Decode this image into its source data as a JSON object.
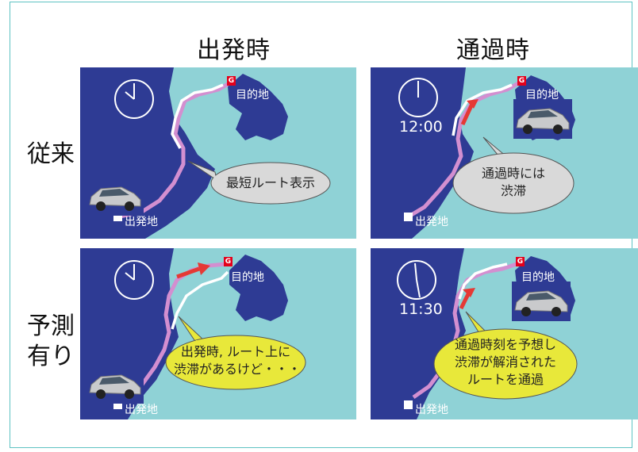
{
  "columns": {
    "departure": "出発時",
    "passing": "通過時"
  },
  "rows": {
    "conventional": "従来",
    "predicted_line1": "予測",
    "predicted_line2": "有り"
  },
  "labels": {
    "start": "出発地",
    "goal": "目的地",
    "goal_flag": "G"
  },
  "panels": {
    "tl": {
      "bubble": "最短ルート表示"
    },
    "tr": {
      "time": "12:00",
      "bubble_line1": "通過時には",
      "bubble_line2": "渋滞"
    },
    "bl": {
      "bubble_line1": "出発時, ルート上に",
      "bubble_line2": "渋滞があるけど・・・"
    },
    "br": {
      "time": "11:30",
      "bubble_line1": "通過時刻を予想し",
      "bubble_line2": "渋滞が解消された",
      "bubble_line3": "ルートを通過"
    }
  },
  "colors": {
    "sea": "#8fd2d6",
    "land": "#2e3b94",
    "route": "#d38fd0",
    "arrow": "#e53935",
    "bubble_gray": "#d9d9d9",
    "bubble_yellow": "#e8e83a"
  }
}
